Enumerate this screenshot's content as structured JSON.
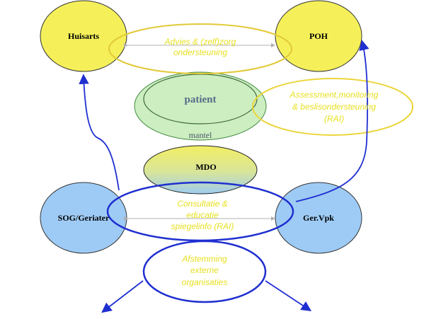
{
  "nodes": {
    "huisarts": "Huisarts",
    "poh": "POH",
    "patient": "patient",
    "mantel": "mantel",
    "mdo": "MDO",
    "sog": "SOG/Geriater",
    "gervpk": "Ger.Vpk"
  },
  "notes": {
    "advies": [
      "Advies & (zelf)zorg",
      "ondersteuning"
    ],
    "assessment": [
      "Assessment,monitoring",
      "& beslisondersteuning",
      "(RAI)"
    ],
    "consultatie": [
      "Consultatie &",
      "educatie",
      "spiegelinfo (RAI)"
    ],
    "afstemming": [
      "Afstemming",
      "externe",
      "organisaties"
    ]
  },
  "colors": {
    "yellow_node": "#f5f05a",
    "blue_node": "#9ecbf5",
    "green_node": "#cdeec0",
    "arrow_blue": "#1f2fd0",
    "note_text": "#e6e020",
    "note_outline": "#ecd53a"
  }
}
